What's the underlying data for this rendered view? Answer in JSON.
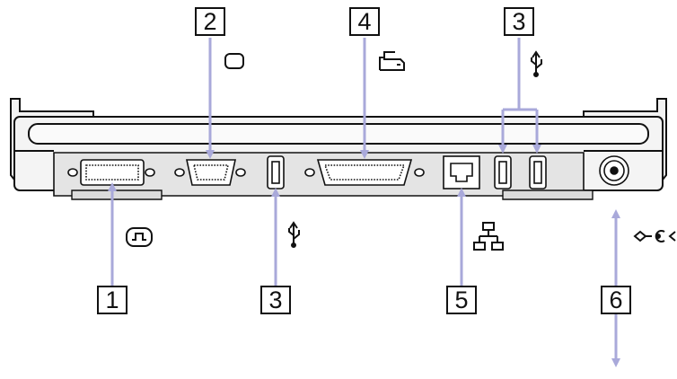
{
  "callouts": {
    "c1": "1",
    "c2": "2",
    "c3_top": "3",
    "c3_mid": "3",
    "c4": "4",
    "c5": "5",
    "c6": "6"
  },
  "icons": {
    "monitor": "monitor-icon",
    "printer": "printer-icon",
    "usb": "usb-icon",
    "dvi": "dvi-icon",
    "network": "network-icon",
    "dc_in": "dc-in-icon"
  },
  "colors": {
    "arrow": "#a9a9da",
    "outline": "#111111",
    "panel": "#e4e4e4",
    "port": "#ffffff"
  }
}
